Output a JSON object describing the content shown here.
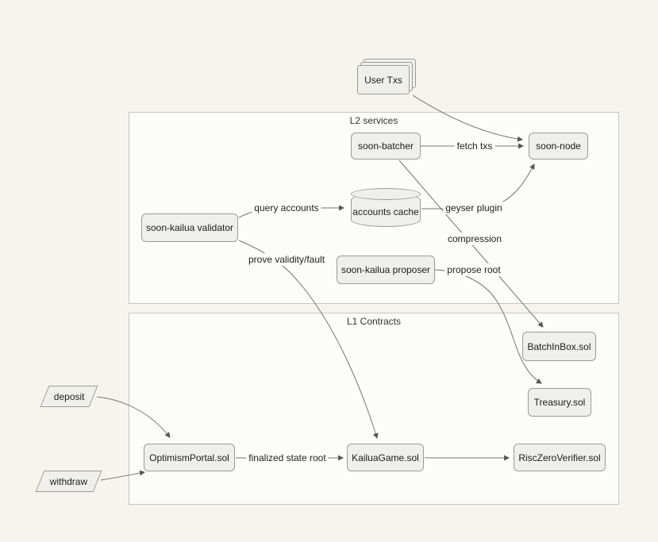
{
  "diagram": {
    "containers": {
      "l2": {
        "label": "L2 services"
      },
      "l1": {
        "label": "L1 Contracts"
      }
    },
    "nodes": {
      "user_txs": {
        "label": "User Txs",
        "shape": "document-stack"
      },
      "soon_batcher": {
        "label": "soon-batcher",
        "shape": "rect"
      },
      "soon_node": {
        "label": "soon-node",
        "shape": "rect"
      },
      "accounts_cache": {
        "label": "accounts cache",
        "shape": "cylinder"
      },
      "soon_kailua_validator": {
        "label": "soon-kailua validator",
        "shape": "rect"
      },
      "soon_kailua_proposer": {
        "label": "soon-kailua proposer",
        "shape": "rect"
      },
      "batch_inbox": {
        "label": "BatchInBox.sol",
        "shape": "rect"
      },
      "treasury": {
        "label": "Treasury.sol",
        "shape": "rect"
      },
      "optimism_portal": {
        "label": "OptimismPortal.sol",
        "shape": "rect"
      },
      "kailua_game": {
        "label": "KailuaGame.sol",
        "shape": "rect"
      },
      "risc_zero_verifier": {
        "label": "RiscZeroVerifier.sol",
        "shape": "rect"
      },
      "deposit": {
        "label": "deposit",
        "shape": "parallelogram"
      },
      "withdraw": {
        "label": "withdraw",
        "shape": "parallelogram"
      }
    },
    "edges": [
      {
        "from": "User Txs",
        "to": "soon-node",
        "label": ""
      },
      {
        "from": "soon-batcher",
        "to": "soon-node",
        "label": "fetch txs"
      },
      {
        "from": "soon-kailua validator",
        "to": "accounts cache",
        "label": "query accounts"
      },
      {
        "from": "accounts cache",
        "to": "soon-node",
        "label": "geyser plugin"
      },
      {
        "from": "soon-batcher",
        "to": "BatchInBox.sol",
        "label": "compression"
      },
      {
        "from": "soon-kailua proposer",
        "to": "Treasury.sol",
        "label": "propose root"
      },
      {
        "from": "soon-kailua validator",
        "to": "KailuaGame.sol",
        "label": "prove validity/fault"
      },
      {
        "from": "OptimismPortal.sol",
        "to": "KailuaGame.sol",
        "label": "finalized state root"
      },
      {
        "from": "KailuaGame.sol",
        "to": "RiscZeroVerifier.sol",
        "label": ""
      },
      {
        "from": "deposit",
        "to": "OptimismPortal.sol",
        "label": ""
      },
      {
        "from": "withdraw",
        "to": "OptimismPortal.sol",
        "label": ""
      }
    ],
    "colors": {
      "page_background": "#f5f4ee",
      "container_background": "#fcfcfa",
      "container_border": "#c7c7c2",
      "node_background": "#efefec",
      "node_border": "#9b9b99",
      "edge": "#737370",
      "text": "#1c1c1c"
    }
  }
}
